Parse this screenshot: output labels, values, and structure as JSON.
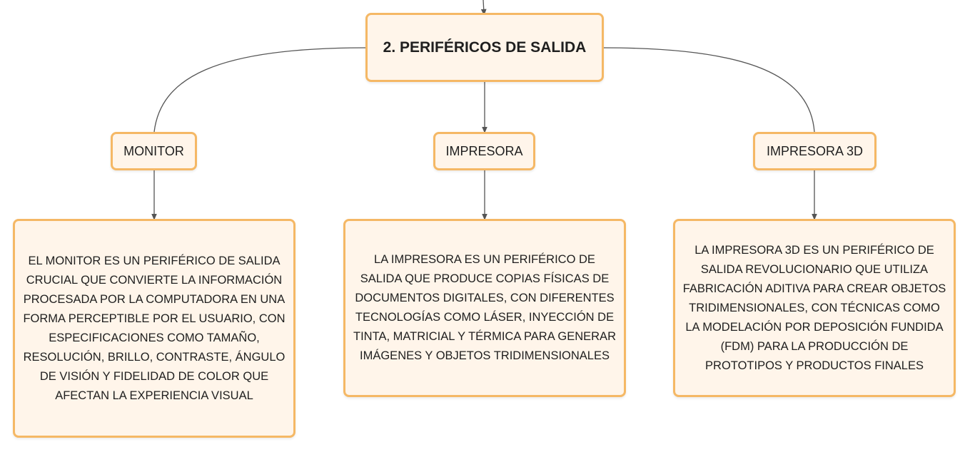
{
  "root": {
    "label": "2. PERIFÉRICOS DE SALIDA"
  },
  "branches": [
    {
      "label": "MONITOR",
      "description": "EL MONITOR ES UN PERIFÉRICO DE SALIDA CRUCIAL QUE CONVIERTE LA INFORMACIÓN PROCESADA POR LA COMPUTADORA EN UNA FORMA PERCEPTIBLE POR EL USUARIO, CON ESPECIFICACIONES COMO TAMAÑO, RESOLUCIÓN, BRILLO, CONTRASTE, ÁNGULO DE VISIÓN Y FIDELIDAD DE COLOR QUE AFECTAN LA EXPERIENCIA VISUAL"
    },
    {
      "label": "IMPRESORA",
      "description": "LA IMPRESORA ES UN PERIFÉRICO DE SALIDA QUE PRODUCE COPIAS FÍSICAS DE DOCUMENTOS DIGITALES, CON DIFERENTES TECNOLOGÍAS COMO LÁSER, INYECCIÓN DE TINTA, MATRICIAL Y TÉRMICA PARA GENERAR IMÁGENES Y OBJETOS TRIDIMENSIONALES"
    },
    {
      "label": "IMPRESORA 3D",
      "description": "LA IMPRESORA 3D ES UN PERIFÉRICO DE SALIDA REVOLUCIONARIO QUE UTILIZA FABRICACIÓN ADITIVA PARA CREAR OBJETOS TRIDIMENSIONALES, CON TÉCNICAS COMO LA MODELACIÓN POR DEPOSICIÓN FUNDIDA (FDM) PARA LA PRODUCCIÓN DE PROTOTIPOS Y PRODUCTOS FINALES"
    }
  ],
  "colors": {
    "node_fill": "#fff5ea",
    "node_border": "#f5b865",
    "connector": "#555555"
  }
}
